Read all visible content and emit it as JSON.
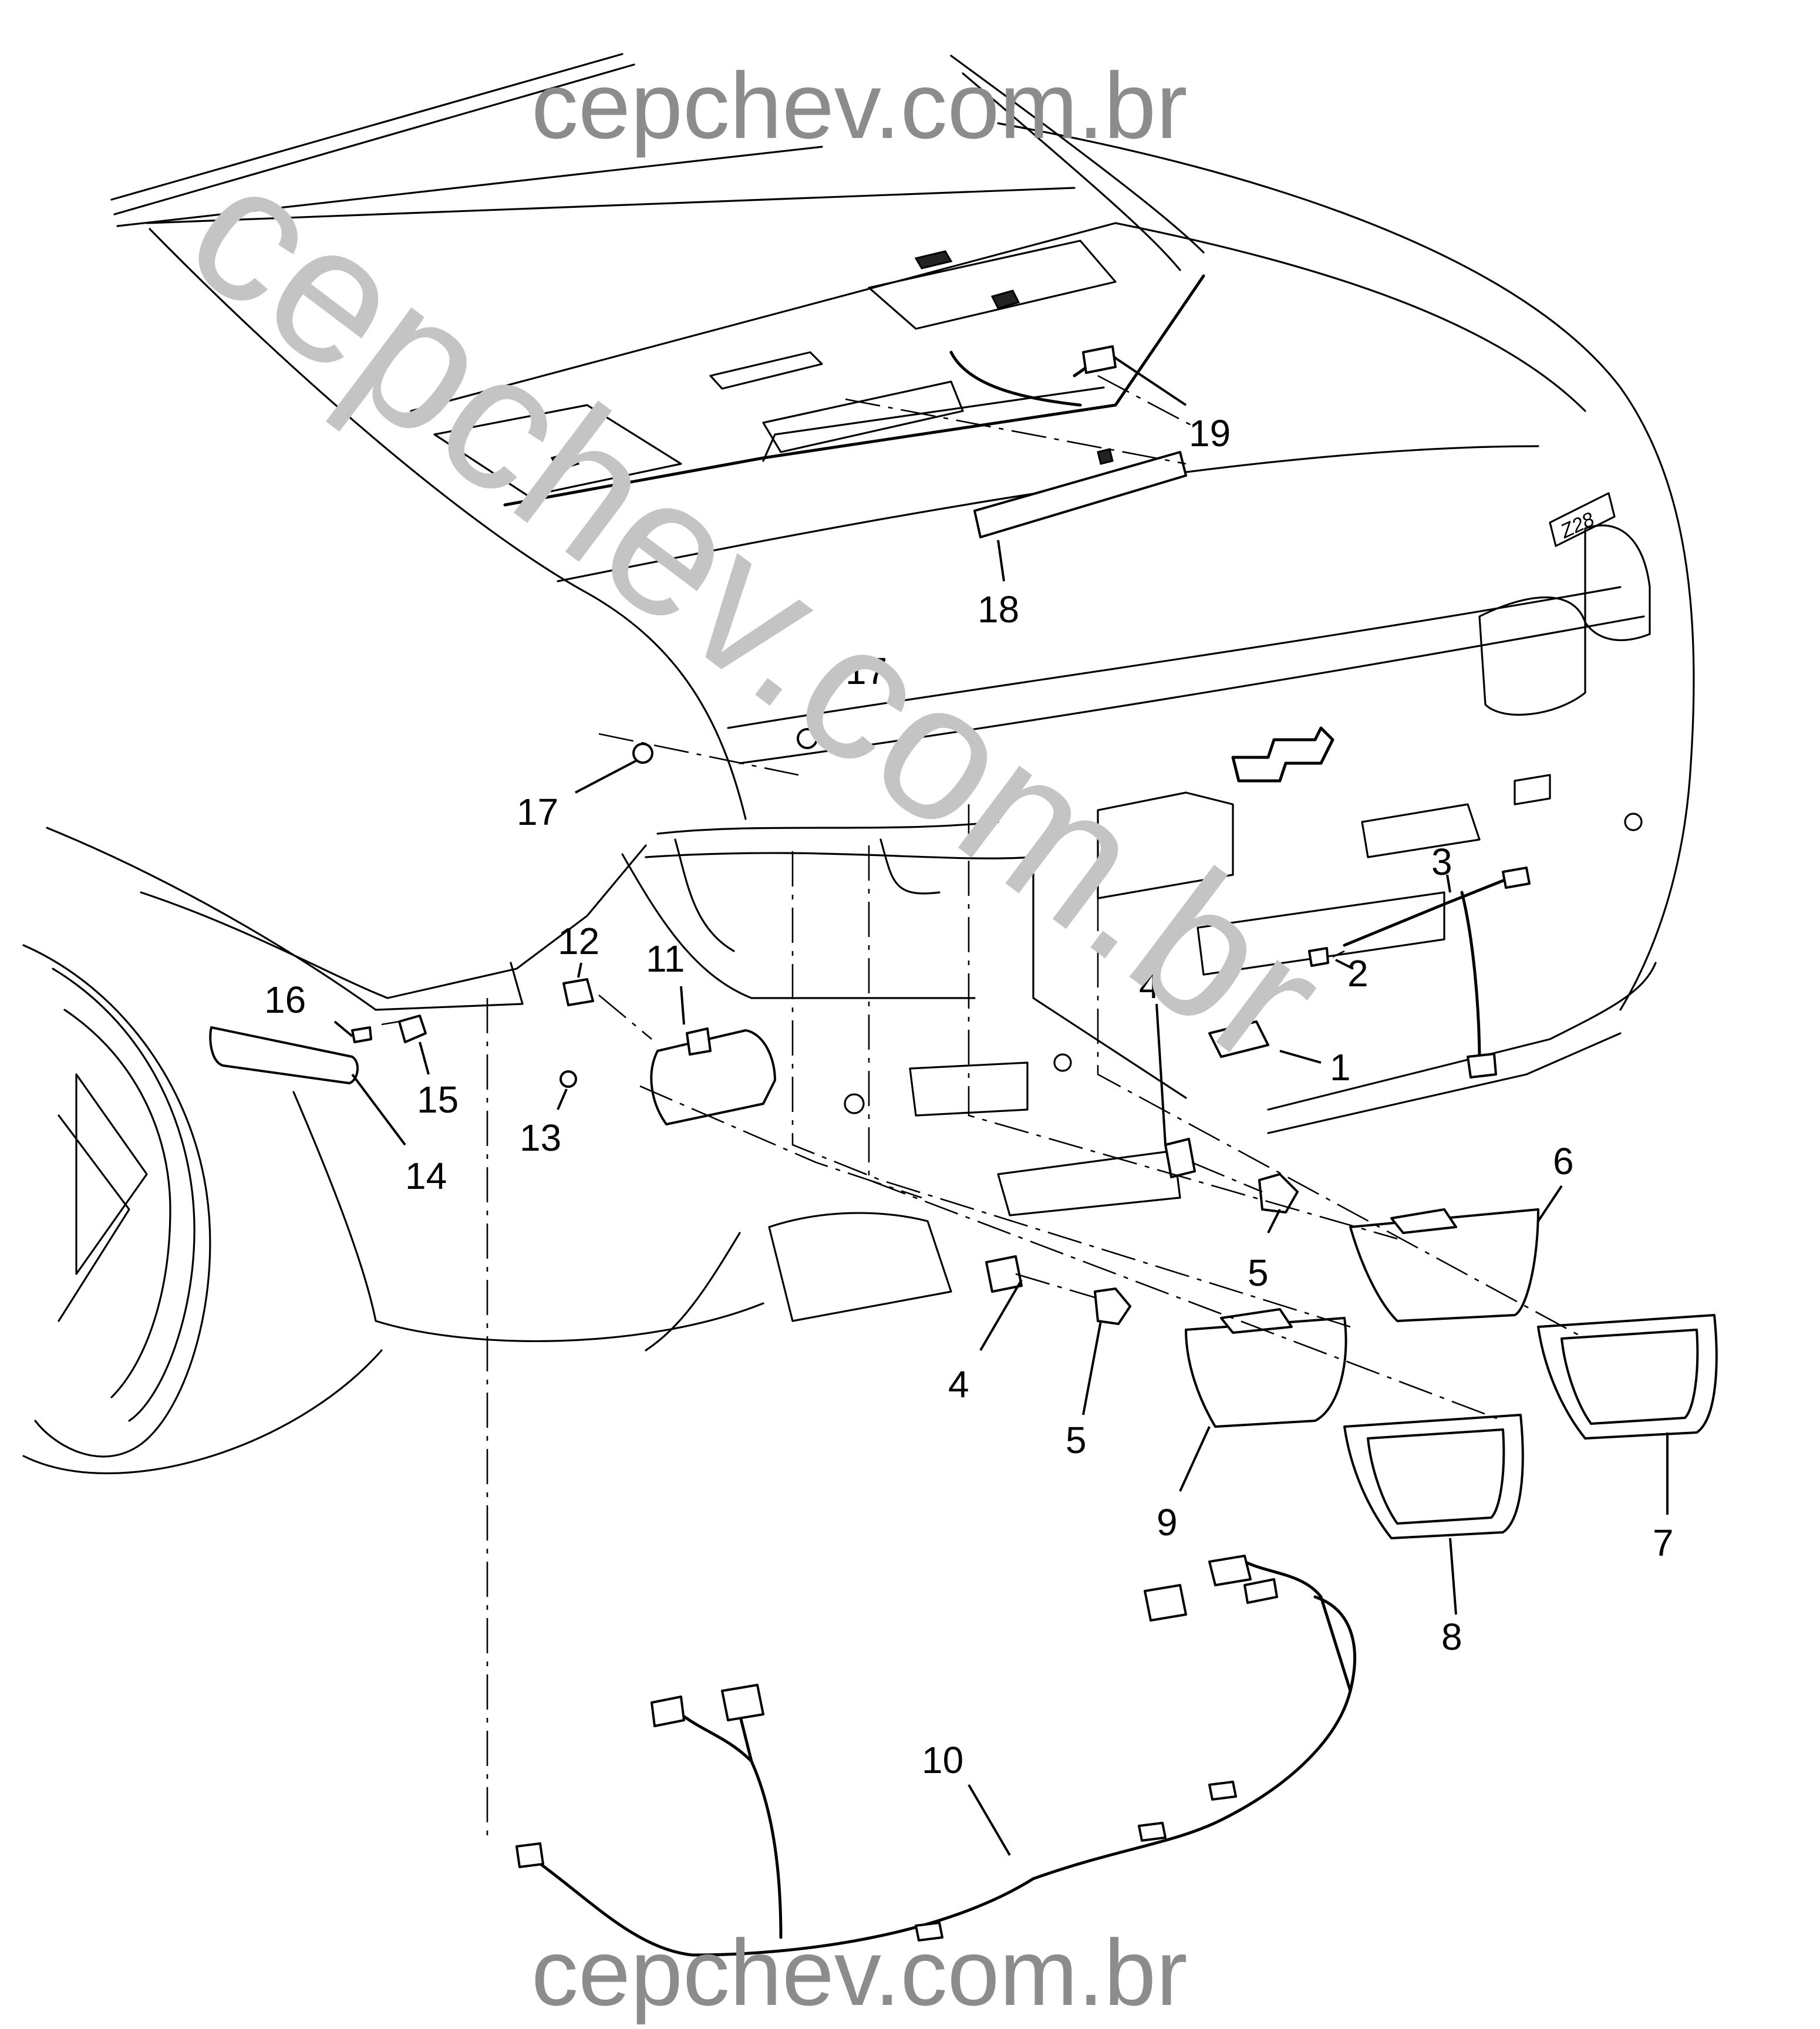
{
  "watermark": {
    "top": "cepchev.com.br",
    "diagonal": "cepchev.com.br",
    "bottom": "cepchev.com.br"
  },
  "badge": "Z28",
  "callouts": [
    {
      "id": "c1",
      "label": "1"
    },
    {
      "id": "c2",
      "label": "2"
    },
    {
      "id": "c3",
      "label": "3"
    },
    {
      "id": "c4a",
      "label": "4"
    },
    {
      "id": "c4b",
      "label": "4"
    },
    {
      "id": "c5a",
      "label": "5"
    },
    {
      "id": "c5b",
      "label": "5"
    },
    {
      "id": "c6",
      "label": "6"
    },
    {
      "id": "c7",
      "label": "7"
    },
    {
      "id": "c8",
      "label": "8"
    },
    {
      "id": "c9",
      "label": "9"
    },
    {
      "id": "c10",
      "label": "10"
    },
    {
      "id": "c11",
      "label": "11"
    },
    {
      "id": "c12",
      "label": "12"
    },
    {
      "id": "c13",
      "label": "13"
    },
    {
      "id": "c14",
      "label": "14"
    },
    {
      "id": "c15",
      "label": "15"
    },
    {
      "id": "c16",
      "label": "16"
    },
    {
      "id": "c17a",
      "label": "17"
    },
    {
      "id": "c17b",
      "label": "17"
    },
    {
      "id": "c18",
      "label": "18"
    },
    {
      "id": "c19",
      "label": "19"
    }
  ]
}
